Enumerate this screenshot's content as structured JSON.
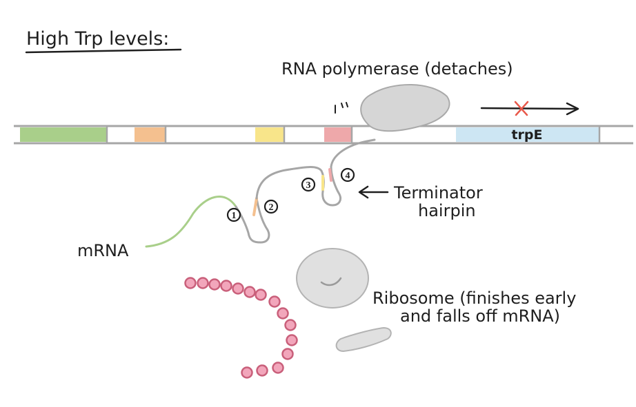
{
  "title": "High Trp levels:",
  "labels": {
    "rna_polymerase": "RNA polymerase (detaches)",
    "gene": "trpE",
    "terminator_line1": "Terminator",
    "terminator_line2": "hairpin",
    "mrna": "mRNA",
    "ribosome_line1": "Ribosome (finishes early",
    "ribosome_line2": "and falls off mRNA)"
  },
  "regions": [
    "1",
    "2",
    "3",
    "4"
  ],
  "colors": {
    "region1": "#a9cf8a",
    "region2": "#f4c08f",
    "region3": "#f8e58a",
    "region4": "#eea8aa",
    "gene": "#cde6f3",
    "strand": "#a6a6a6",
    "polymerase": "#d6d6d6",
    "stop_mark": "#e8584a",
    "peptide": "#c95f7a",
    "peptide_fill": "#f2a6bb"
  },
  "icons": {
    "stop": "x-mark-icon",
    "arrow": "arrow-left-icon"
  }
}
